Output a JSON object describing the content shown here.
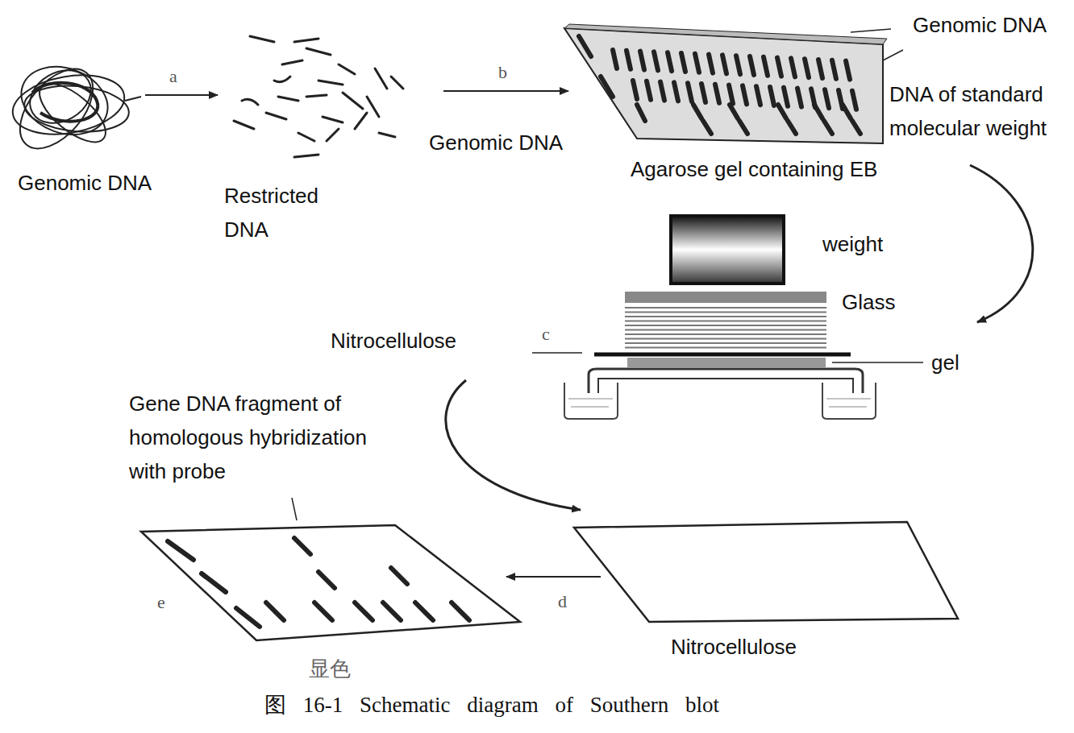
{
  "diagram": {
    "caption": "图 16-1 Schematic diagram of Southern blot",
    "labels": [
      "Genomic DNA",
      "a",
      "b",
      "DNA of standard molecular weight",
      "Genomic DNA",
      "Restricted DNA",
      "Genomic DNA",
      "Agarose gel containing EB",
      "weight",
      "Glass",
      "Nitrocellulose",
      "c",
      "gel",
      "Gene DNA fragment of homologous hybridization with probe",
      "d",
      "e",
      "Nitrocellulose",
      "显色"
    ]
  }
}
